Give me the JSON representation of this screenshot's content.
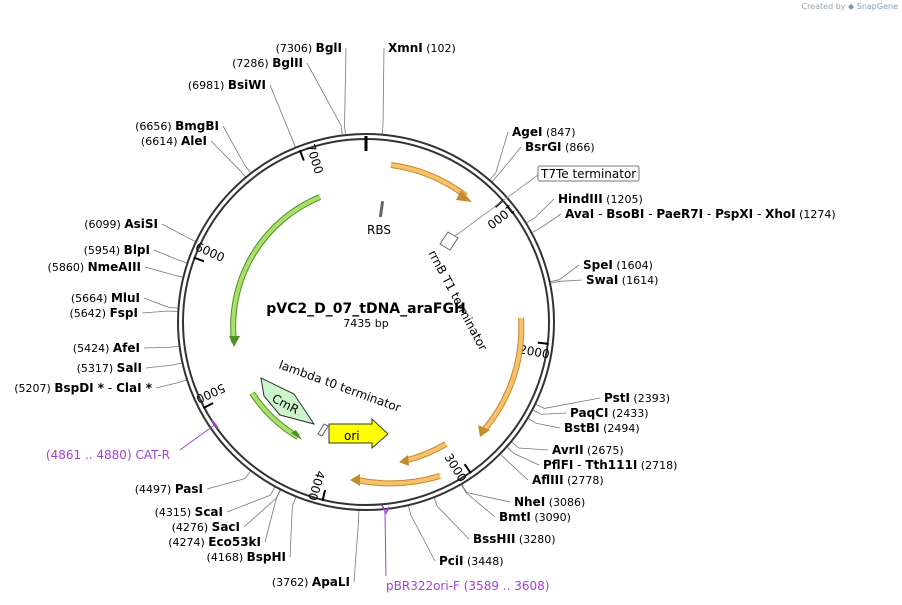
{
  "credit": {
    "prefix": "Created by",
    "brand": "SnapGene"
  },
  "plasmid": {
    "name": "pVC2_D_07_tDNA_araFGH",
    "length_label": "7435 bp",
    "length": 7435
  },
  "ticks": [
    {
      "bp": 1000,
      "label": "1000"
    },
    {
      "bp": 2000,
      "label": "2000"
    },
    {
      "bp": 3000,
      "label": "3000"
    },
    {
      "bp": 4000,
      "label": "4000"
    },
    {
      "bp": 5000,
      "label": "5000"
    },
    {
      "bp": 6000,
      "label": "6000"
    },
    {
      "bp": 7000,
      "label": "7000"
    }
  ],
  "sites": [
    {
      "bp": 7306,
      "enzymes": [
        "BglI"
      ],
      "pos": "(7306)",
      "side": "left",
      "row": 0
    },
    {
      "bp": 7286,
      "enzymes": [
        "BglII"
      ],
      "pos": "(7286)",
      "side": "left",
      "row": 1
    },
    {
      "bp": 102,
      "enzymes": [
        "XmnI"
      ],
      "pos": "(102)",
      "side": "right",
      "row": 0
    },
    {
      "bp": 6981,
      "enzymes": [
        "BsiWI"
      ],
      "pos": "(6981)",
      "side": "left",
      "row": 2
    },
    {
      "bp": 6656,
      "enzymes": [
        "BmgBI"
      ],
      "pos": "(6656)",
      "side": "left",
      "row": 3
    },
    {
      "bp": 6614,
      "enzymes": [
        "AleI"
      ],
      "pos": "(6614)",
      "side": "left",
      "row": 4
    },
    {
      "bp": 847,
      "enzymes": [
        "AgeI"
      ],
      "pos": "(847)",
      "side": "right",
      "row": 1
    },
    {
      "bp": 866,
      "enzymes": [
        "BsrGI"
      ],
      "pos": "(866)",
      "side": "right",
      "row": 2
    },
    {
      "bp": 1205,
      "enzymes": [
        "HindIII"
      ],
      "pos": "(1205)",
      "side": "right",
      "row": 3
    },
    {
      "bp": 1274,
      "enzymes": [
        "AvaI",
        "BsoBI",
        "PaeR7I",
        "PspXI",
        "XhoI"
      ],
      "pos": "(1274)",
      "side": "right",
      "row": 4
    },
    {
      "bp": 6099,
      "enzymes": [
        "AsiSI"
      ],
      "pos": "(6099)",
      "side": "left",
      "row": 5
    },
    {
      "bp": 5954,
      "enzymes": [
        "BlpI"
      ],
      "pos": "(5954)",
      "side": "left",
      "row": 6
    },
    {
      "bp": 5860,
      "enzymes": [
        "NmeAIII"
      ],
      "pos": "(5860)",
      "side": "left",
      "row": 7
    },
    {
      "bp": 1604,
      "enzymes": [
        "SpeI"
      ],
      "pos": "(1604)",
      "side": "right",
      "row": 5
    },
    {
      "bp": 1614,
      "enzymes": [
        "SwaI"
      ],
      "pos": "(1614)",
      "side": "right",
      "row": 6
    },
    {
      "bp": 5664,
      "enzymes": [
        "MluI"
      ],
      "pos": "(5664)",
      "side": "left",
      "row": 8
    },
    {
      "bp": 5642,
      "enzymes": [
        "FspI"
      ],
      "pos": "(5642)",
      "side": "left",
      "row": 9
    },
    {
      "bp": 5424,
      "enzymes": [
        "AfeI"
      ],
      "pos": "(5424)",
      "side": "left",
      "row": 10
    },
    {
      "bp": 5317,
      "enzymes": [
        "SalI"
      ],
      "pos": "(5317)",
      "side": "left",
      "row": 11
    },
    {
      "bp": 5207,
      "enzymes": [
        "BspDI *",
        "ClaI *"
      ],
      "pos": "(5207)",
      "side": "left",
      "row": 12
    },
    {
      "bp": 2393,
      "enzymes": [
        "PstI"
      ],
      "pos": "(2393)",
      "side": "right",
      "row": 7
    },
    {
      "bp": 2433,
      "enzymes": [
        "PaqCI"
      ],
      "pos": "(2433)",
      "side": "right",
      "row": 8
    },
    {
      "bp": 2494,
      "enzymes": [
        "BstBI"
      ],
      "pos": "(2494)",
      "side": "right",
      "row": 9
    },
    {
      "bp": 2675,
      "enzymes": [
        "AvrII"
      ],
      "pos": "(2675)",
      "side": "right",
      "row": 10
    },
    {
      "bp": 2718,
      "enzymes": [
        "PflFI",
        "Tth111I"
      ],
      "pos": "(2718)",
      "side": "right",
      "row": 11
    },
    {
      "bp": 2778,
      "enzymes": [
        "AflIII"
      ],
      "pos": "(2778)",
      "side": "right",
      "row": 12
    },
    {
      "bp": 4497,
      "enzymes": [
        "PasI"
      ],
      "pos": "(4497)",
      "side": "left",
      "row": 13
    },
    {
      "bp": 4315,
      "enzymes": [
        "ScaI"
      ],
      "pos": "(4315)",
      "side": "left",
      "row": 14
    },
    {
      "bp": 4276,
      "enzymes": [
        "SacI"
      ],
      "pos": "(4276)",
      "side": "left",
      "row": 15
    },
    {
      "bp": 4274,
      "enzymes": [
        "Eco53kI"
      ],
      "pos": "(4274)",
      "side": "left",
      "row": 16
    },
    {
      "bp": 4168,
      "enzymes": [
        "BspHI"
      ],
      "pos": "(4168)",
      "side": "left",
      "row": 17
    },
    {
      "bp": 3762,
      "enzymes": [
        "ApaLI"
      ],
      "pos": "(3762)",
      "side": "left",
      "row": 18
    },
    {
      "bp": 3086,
      "enzymes": [
        "NheI"
      ],
      "pos": "(3086)",
      "side": "right",
      "row": 13
    },
    {
      "bp": 3090,
      "enzymes": [
        "BmtI"
      ],
      "pos": "(3090)",
      "side": "right",
      "row": 14
    },
    {
      "bp": 3280,
      "enzymes": [
        "BssHII"
      ],
      "pos": "(3280)",
      "side": "right",
      "row": 15
    },
    {
      "bp": 3448,
      "enzymes": [
        "PciI"
      ],
      "pos": "(3448)",
      "side": "right",
      "row": 16
    }
  ],
  "primers": [
    {
      "name": "CAT-R",
      "range": "(4861 .. 4880)",
      "bp": 4870
    },
    {
      "name": "pBR322ori-F",
      "range": "(3589 .. 3608)",
      "bp": 3598
    }
  ],
  "features": {
    "boxed_label": "T7Te terminator",
    "rbs": "RBS",
    "rrnb": "rrnB T1 terminator",
    "lambda": "lambda t0 terminator",
    "cmr": "CmR",
    "ori": "ori"
  },
  "colors": {
    "backbone": "#333333",
    "orange_arrow": "#f5c16c",
    "green_arrow": "#a8e06a",
    "cmr_fill": "#ccf5cc",
    "ori_fill": "#ffff00",
    "primer": "#a43fd3"
  }
}
